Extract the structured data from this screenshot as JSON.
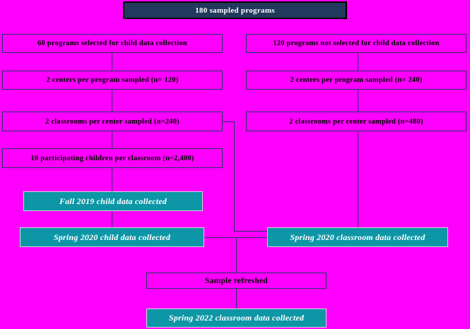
{
  "colors": {
    "background": "#FF00FF",
    "navy_box": "#20395C",
    "teal_box": "#0D96A6",
    "line": "#203864",
    "plain_box_text": "#000000",
    "teal_box_text": "#FFFFFF"
  },
  "flowchart": {
    "root": {
      "label": "180 sampled programs"
    },
    "left_branch": {
      "selected": "60 programs selected for child data collection",
      "centers": "2 centers per program sampled (n= 120)",
      "classrooms": "2 classrooms per center sampled (n=240)",
      "children": "10 participating children per classroom (n=2,400)",
      "fall_2019": "Fall 2019 child data collected",
      "spring_2020": "Spring 2020 child data collected"
    },
    "right_branch": {
      "not_selected": "120 programs not selected for child data collection",
      "centers": "2 centers per program sampled (n= 240)",
      "classrooms": "2 classrooms per center sampled (n=480)",
      "spring_2020": "Spring 2020 classroom data collected"
    },
    "merge": {
      "sample_refreshed": "Sample refreshed",
      "spring_2022": "Spring 2022 classroom data collected"
    }
  }
}
